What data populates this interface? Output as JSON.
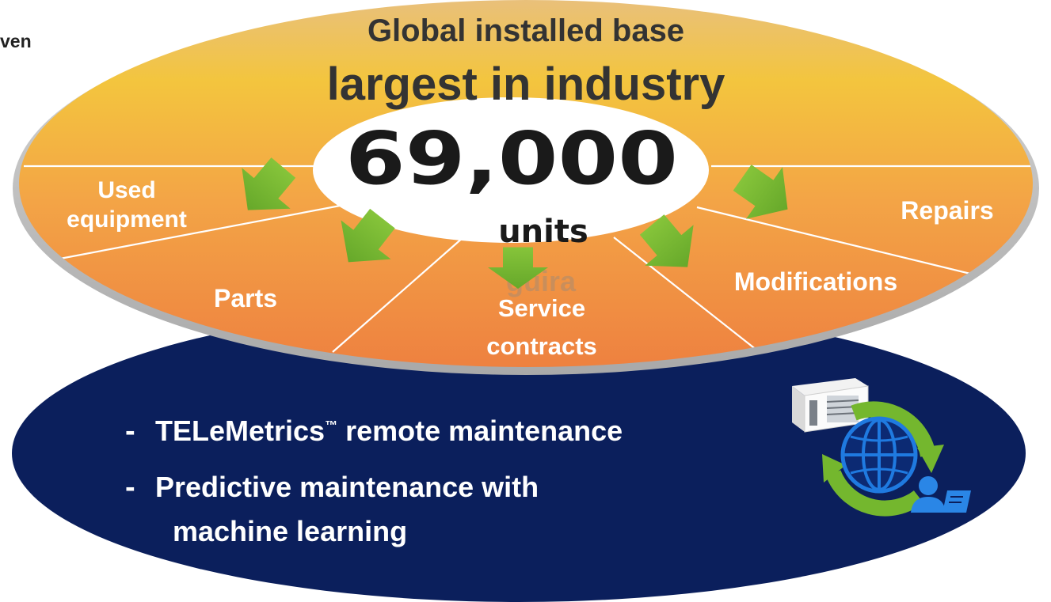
{
  "corner_fragment": "ven",
  "header": {
    "line1": "Global installed base",
    "line2": "largest in industry"
  },
  "center": {
    "count": "69,000",
    "unit": "units",
    "ghost": "guira"
  },
  "segments": {
    "used_line1": "Used",
    "used_line2": "equipment",
    "parts": "Parts",
    "service_line1": "Service",
    "service_line2": "contracts",
    "modifications": "Modifications",
    "repairs": "Repairs"
  },
  "services": {
    "dash": "-",
    "telemetrics_name": "TELeMetrics",
    "telemetrics_tm": "™",
    "telemetrics_rest": " remote maintenance",
    "predictive_line1": "Predictive maintenance with",
    "predictive_line2": "machine learning"
  },
  "colors": {
    "orange_top": "#f2c94c",
    "orange_bottom": "#ee8a3e",
    "navy": "#0b1f5c",
    "arrow_green": "#74b72e",
    "text_navy": "#0b1f5c",
    "globe_blue": "#1e6ed8"
  },
  "icons": [
    "green-arrow-icon",
    "chiller-unit-icon",
    "recycle-arrows-icon",
    "globe-icon",
    "operator-icon"
  ]
}
